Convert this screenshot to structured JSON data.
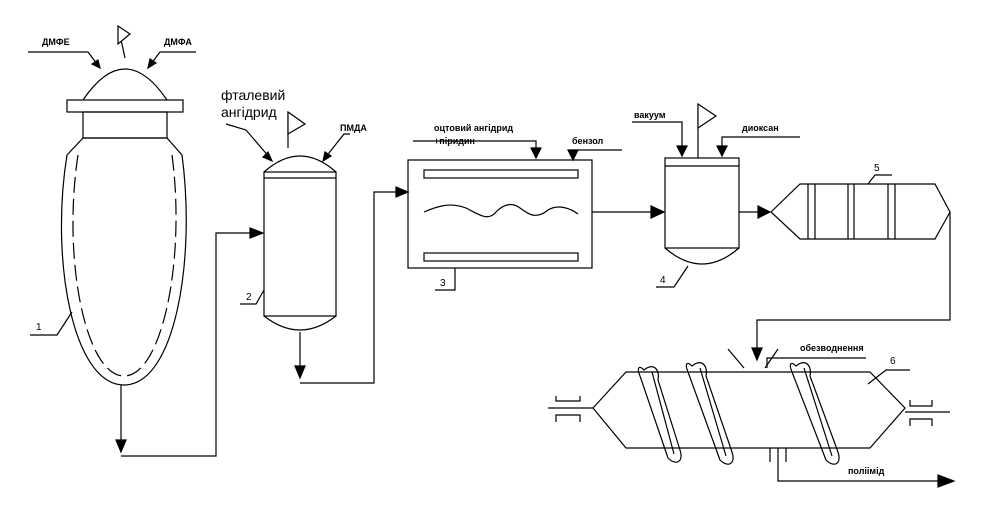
{
  "labels": {
    "dmfe": "ДМФЕ",
    "dmfa": "ДМФА",
    "phthalic_line1": "фталевий",
    "phthalic_line2": "ангідрид",
    "pmda": "ПМДА",
    "acetic_line1": "оцтовий ангідрид",
    "acetic_line2": "+піридин",
    "benzene": "бензол",
    "vacuum": "вакуум",
    "dioxane": "диоксан",
    "dehydration": "обезводнення",
    "polyimide": "поліімід"
  },
  "equipment_numbers": [
    "1",
    "2",
    "3",
    "4",
    "5",
    "6"
  ],
  "colors": {
    "line": "#000000",
    "background": "#ffffff"
  }
}
